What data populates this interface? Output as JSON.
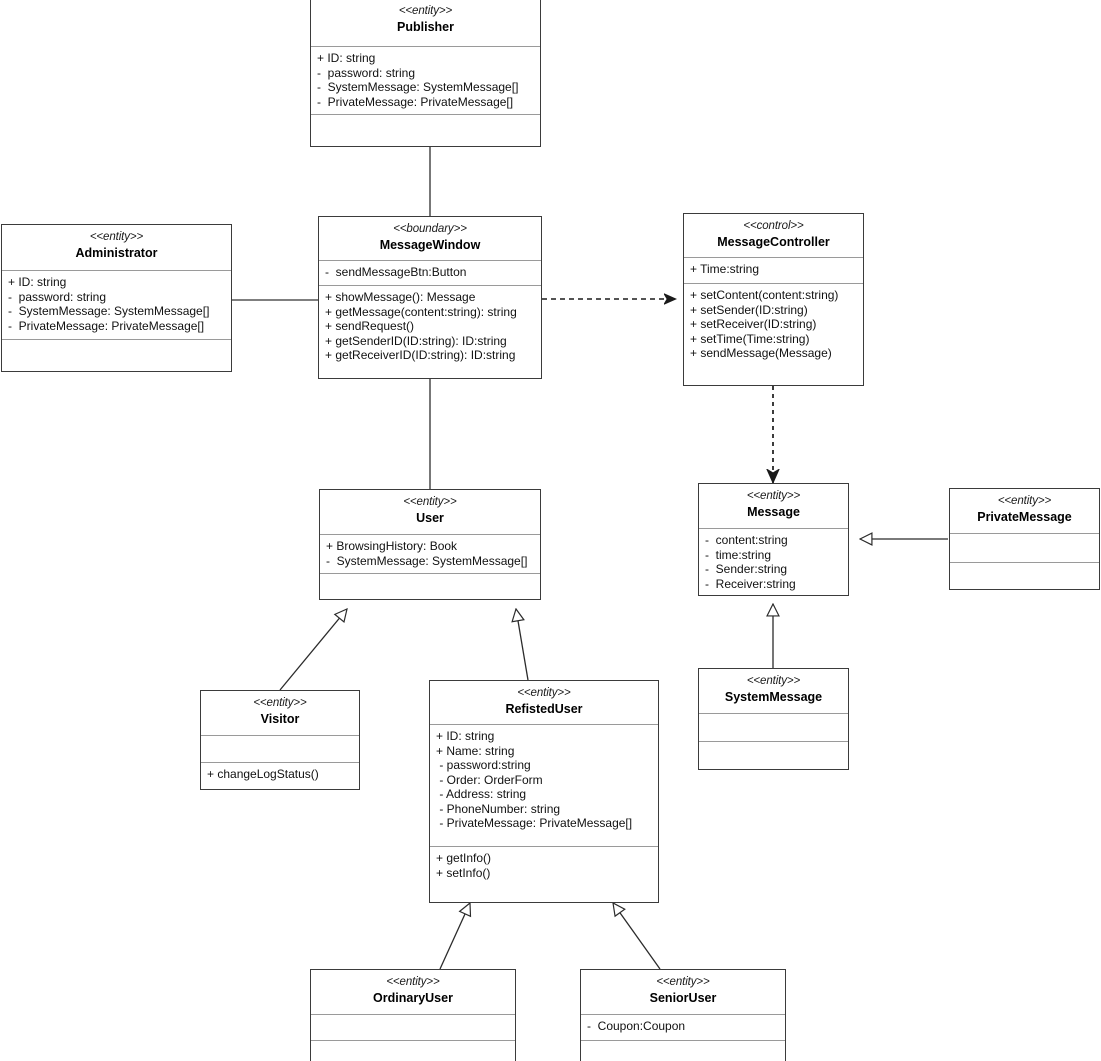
{
  "diagram": {
    "title": "UML Class Diagram",
    "type": "uml-class-diagram",
    "stereotype_entity": "<<entity>>",
    "stereotype_boundary": "<<boundary>>",
    "stereotype_control": "<<control>>",
    "line_color": "#3b3b3b",
    "divider_color": "#9a9a9a",
    "background": "#ffffff"
  },
  "classes": [
    {
      "id": "publisher",
      "stereotype": "<<entity>>",
      "name": "Publisher",
      "attributes": [
        "+ ID: string",
        "-  password: string",
        "-  SystemMessage: SystemMessage[]",
        "-  PrivateMessage: PrivateMessage[]"
      ],
      "operations": []
    },
    {
      "id": "administrator",
      "stereotype": "<<entity>>",
      "name": "Administrator",
      "attributes": [
        "+ ID: string",
        "-  password: string",
        "-  SystemMessage: SystemMessage[]",
        "-  PrivateMessage: PrivateMessage[]"
      ],
      "operations": []
    },
    {
      "id": "messagewindow",
      "stereotype": "<<boundary>>",
      "name": "MessageWindow",
      "attributes": [
        "-  sendMessageBtn:Button"
      ],
      "operations": [
        "+ showMessage(): Message",
        "+ getMessage(content:string): string",
        "+ sendRequest()",
        "+ getSenderID(ID:string): ID:string",
        "+ getReceiverID(ID:string): ID:string"
      ]
    },
    {
      "id": "messagecontroller",
      "stereotype": "<<control>>",
      "name": "MessageController",
      "attributes": [
        "+ Time:string"
      ],
      "operations": [
        "+ setContent(content:string)",
        "+ setSender(ID:string)",
        "+ setReceiver(ID:string)",
        "+ setTime(Time:string)",
        "+ sendMessage(Message)"
      ]
    },
    {
      "id": "user",
      "stereotype": "<<entity>>",
      "name": "User",
      "attributes": [
        "+ BrowsingHistory: Book",
        "-  SystemMessage: SystemMessage[]"
      ],
      "operations": []
    },
    {
      "id": "message",
      "stereotype": "<<entity>>",
      "name": "Message",
      "attributes": [
        "-  content:string",
        "-  time:string",
        "-  Sender:string",
        "-  Receiver:string"
      ],
      "operations": []
    },
    {
      "id": "privatemessage",
      "stereotype": "<<entity>>",
      "name": "PrivateMessage",
      "attributes": [],
      "operations": []
    },
    {
      "id": "visitor",
      "stereotype": "<<entity>>",
      "name": "Visitor",
      "attributes": [],
      "operations": [
        "+ changeLogStatus()"
      ]
    },
    {
      "id": "refisteduser",
      "stereotype": "<<entity>>",
      "name": "RefistedUser",
      "attributes": [
        "+ ID: string",
        "+ Name: string",
        " - password:string",
        " - Order: OrderForm",
        " - Address: string",
        " - PhoneNumber: string",
        " - PrivateMessage: PrivateMessage[]"
      ],
      "operations": [
        "+ getInfo()",
        "+ setInfo()"
      ]
    },
    {
      "id": "systemmessage",
      "stereotype": "<<entity>>",
      "name": "SystemMessage",
      "attributes": [],
      "operations": []
    },
    {
      "id": "ordinaryuser",
      "stereotype": "<<entity>>",
      "name": "OrdinaryUser",
      "attributes": [],
      "operations": []
    },
    {
      "id": "senioruser",
      "stereotype": "<<entity>>",
      "name": "SeniorUser",
      "attributes": [
        "-  Coupon:Coupon"
      ],
      "operations": []
    }
  ],
  "relationships": [
    {
      "from": "publisher",
      "to": "messagewindow",
      "kind": "association"
    },
    {
      "from": "administrator",
      "to": "messagewindow",
      "kind": "association"
    },
    {
      "from": "messagewindow",
      "to": "messagecontroller",
      "kind": "dependency"
    },
    {
      "from": "messagewindow",
      "to": "user",
      "kind": "association"
    },
    {
      "from": "messagecontroller",
      "to": "message",
      "kind": "dependency"
    },
    {
      "from": "privatemessage",
      "to": "message",
      "kind": "generalization"
    },
    {
      "from": "systemmessage",
      "to": "message",
      "kind": "generalization"
    },
    {
      "from": "visitor",
      "to": "user",
      "kind": "generalization"
    },
    {
      "from": "refisteduser",
      "to": "user",
      "kind": "generalization"
    },
    {
      "from": "ordinaryuser",
      "to": "refisteduser",
      "kind": "generalization"
    },
    {
      "from": "senioruser",
      "to": "refisteduser",
      "kind": "generalization"
    }
  ]
}
